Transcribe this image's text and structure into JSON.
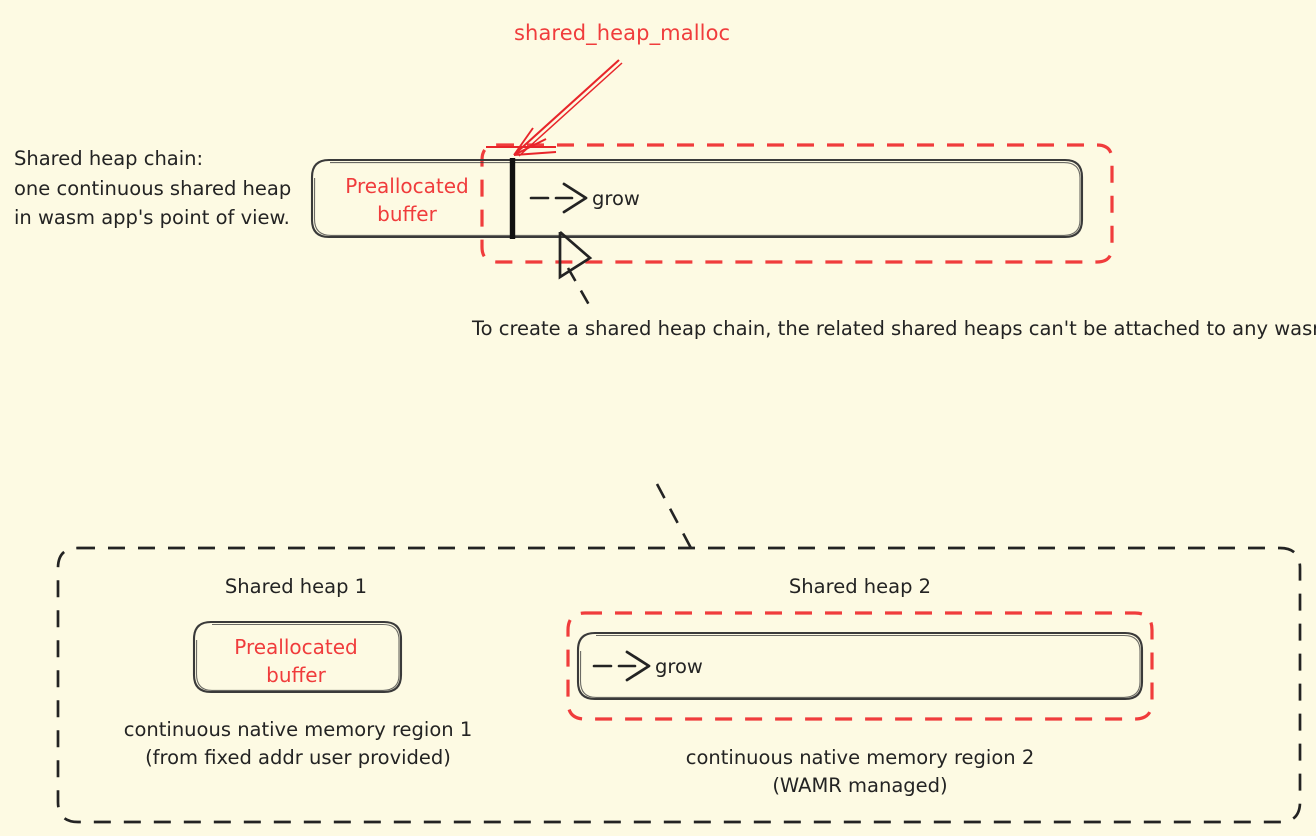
{
  "diagram": {
    "background_color": "#fdfae3",
    "ink_color": "#232323",
    "accent_color": "#f03c3c",
    "title": "shared_heap_malloc",
    "chain_caption": "Shared heap chain:\none continuous shared heap\nin wasm app's point of view.",
    "chain_note": "To create a shared heap chain, the related shared heaps can't be attached to any wasm apps",
    "top_bar": {
      "preallocated_label": "Preallocated\nbuffer",
      "grow_label": "grow"
    },
    "bottom_container": {
      "heap1": {
        "title": "Shared heap 1",
        "box_label": "Preallocated\nbuffer",
        "caption": "continuous native memory region 1\n(from fixed addr user provided)"
      },
      "heap2": {
        "title": "Shared heap 2",
        "grow_label": "grow",
        "caption": "continuous native memory region 2\n(WAMR managed)"
      }
    }
  }
}
